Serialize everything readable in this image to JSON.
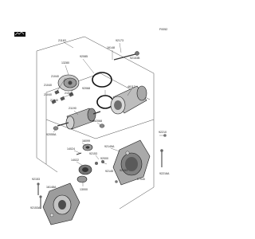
{
  "diagram": {
    "page_code": "F0052",
    "labels": [
      "21163",
      "92173",
      "16148",
      "92085",
      "13280",
      "92153B",
      "21040",
      "21040",
      "92068",
      "21040",
      "21040",
      "46117",
      "21040",
      "21190",
      "92068",
      "92055A",
      "16099",
      "92210",
      "14024",
      "92153",
      "92149A",
      "14022",
      "92000",
      "92153",
      "27040",
      "92145",
      "13000",
      "92216A",
      "92153",
      "16148A",
      "92153A"
    ]
  }
}
